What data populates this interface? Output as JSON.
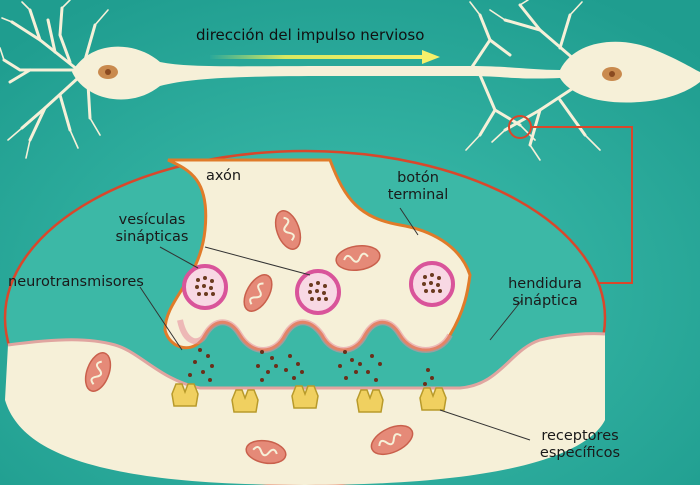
{
  "labels": {
    "direction": "dirección del impulso nervioso",
    "axon": "axón",
    "terminal_button": [
      "botón",
      "terminal"
    ],
    "synaptic_vesicles": [
      "vesículas",
      "sinápticas"
    ],
    "neurotransmitters": "neurotransmisores",
    "synaptic_cleft": [
      "hendidura",
      "sináptica"
    ],
    "specific_receptors": [
      "receptores",
      "específicos"
    ]
  },
  "colors": {
    "background": "#2aa89a",
    "cell": "#f6f0d8",
    "membrane_outline": "#e07b2a",
    "zoom_outline": "#d9472b",
    "mitochondria": "#e58a78",
    "vesicle_ring": "#d9549a",
    "vesicle_dots": "#6b3a1f",
    "receptor": "#f0d060",
    "neurotransmitter": "#6b2f1a",
    "arrow": "#f2ee5a"
  }
}
